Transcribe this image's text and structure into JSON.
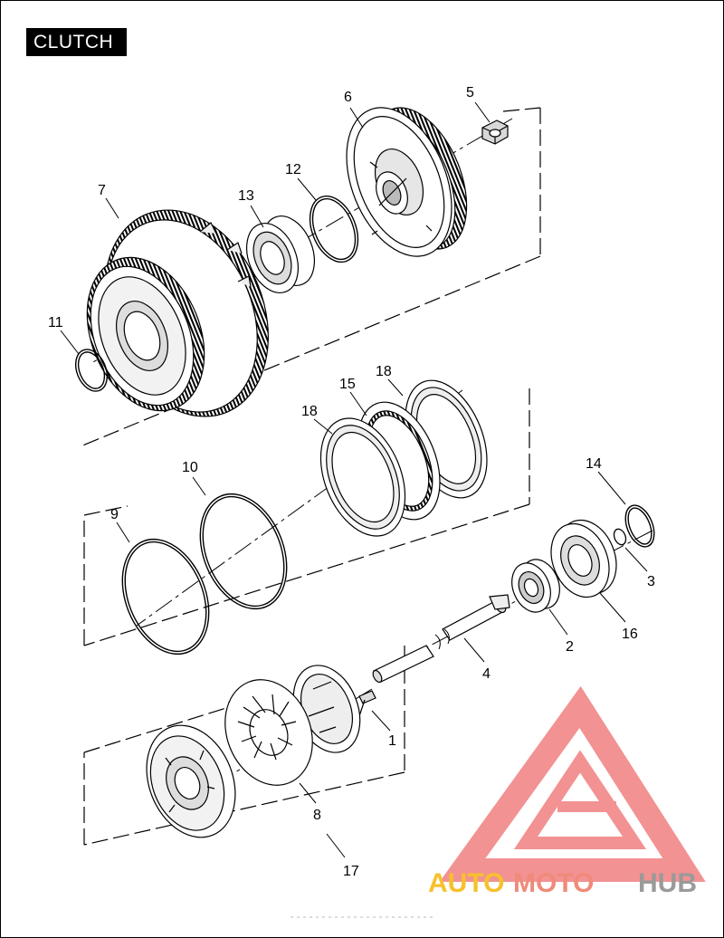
{
  "title": "CLUTCH",
  "callouts": {
    "c1": "1",
    "c2": "2",
    "c3": "3",
    "c4": "4",
    "c5": "5",
    "c6": "6",
    "c7": "7",
    "c8": "8",
    "c9": "9",
    "c10": "10",
    "c11": "11",
    "c12": "12",
    "c13": "13",
    "c14": "14",
    "c15": "15",
    "c16": "16",
    "c17": "17",
    "c18a": "18",
    "c18b": "18"
  },
  "watermark": {
    "part1": "AUTO",
    "part2": "MOTO",
    "part3": "HUB",
    "color1": "#f6c12c",
    "color2": "#f08a7a",
    "color3": "#9a9a9a",
    "logo_color": "#f08080"
  }
}
